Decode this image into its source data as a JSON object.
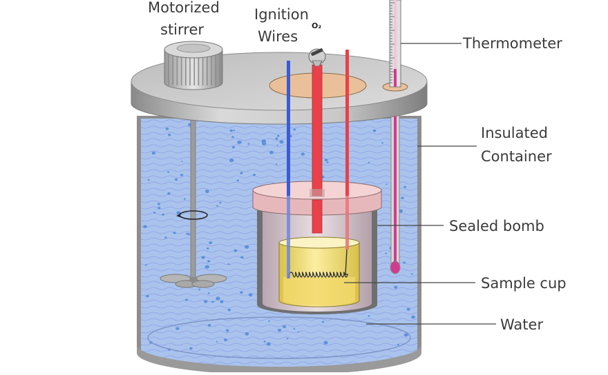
{
  "labels": {
    "motorized_stirrer": [
      "Motorized",
      "stirrer"
    ],
    "ignition_wires": [
      "Ignition",
      "Wires"
    ],
    "oxygen_inlet": "O₂",
    "thermometer": "Thermometer",
    "insulated_container": [
      "Insulated",
      "Container"
    ],
    "sealed_bomb": "Sealed bomb",
    "sample_cup": "Sample cup",
    "water": "Water"
  },
  "colors": {
    "water": "#a9c3ec",
    "water_wave": "#8fa0e8",
    "lid_metal": "#c8c8c8",
    "ignition_wire_blue": "#3b5bd6",
    "ignition_wire_red": "#e8414a",
    "thermometer_fluid": "#d43a8e",
    "bomb_lid": "#f1c9cb",
    "sample_fill": "#f5e27a",
    "port_plate": "#e9c09a"
  },
  "icons": {
    "stirrer_motor": "gear-cylinder",
    "rotation": "circular-arrow",
    "valve": "oxygen-valve"
  }
}
